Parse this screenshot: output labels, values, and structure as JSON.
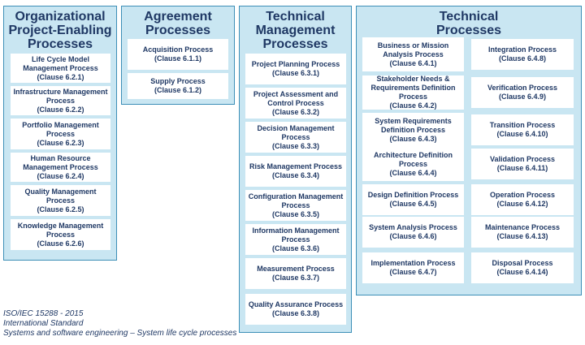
{
  "groups": {
    "organizational": {
      "title_lines": [
        "Organizational",
        "Project-Enabling",
        "Processes"
      ],
      "processes": [
        {
          "name": "Life Cycle Model Management Process",
          "clause": "(Clause 6.2.1)"
        },
        {
          "name": "Infrastructure Management Process",
          "clause": "(Clause 6.2.2)"
        },
        {
          "name": "Portfolio Management Process",
          "clause": "(Clause 6.2.3)"
        },
        {
          "name": "Human Resource Management Process",
          "clause": "(Clause 6.2.4)"
        },
        {
          "name": "Quality Management Process",
          "clause": "(Clause 6.2.5)"
        },
        {
          "name": "Knowledge Management Process",
          "clause": "(Clause 6.2.6)"
        }
      ]
    },
    "agreement": {
      "title_lines": [
        "Agreement",
        "Processes"
      ],
      "processes": [
        {
          "name": "Acquisition Process",
          "clause": "(Clause 6.1.1)"
        },
        {
          "name": "Supply Process",
          "clause": "(Clause 6.1.2)"
        }
      ]
    },
    "technical_management": {
      "title_lines": [
        "Technical",
        "Management",
        "Processes"
      ],
      "processes": [
        {
          "name": "Project Planning Process",
          "clause": "(Clause 6.3.1)"
        },
        {
          "name": "Project Assessment and Control Process",
          "clause": "(Clause 6.3.2)"
        },
        {
          "name": "Decision Management Process",
          "clause": "(Clause 6.3.3)"
        },
        {
          "name": "Risk Management Process",
          "clause": "(Clause 6.3.4)"
        },
        {
          "name": "Configuration Management Process",
          "clause": "(Clause 6.3.5)"
        },
        {
          "name": "Information Management Process",
          "clause": "(Clause 6.3.6)"
        },
        {
          "name": "Measurement Process",
          "clause": "(Clause 6.3.7)"
        },
        {
          "name": "Quality Assurance Process",
          "clause": "(Clause 6.3.8)"
        }
      ]
    },
    "technical": {
      "title_lines": [
        "Technical",
        "Processes"
      ],
      "processes": [
        {
          "name": "Business or Mission Analysis Process",
          "clause": "(Clause 6.4.1)"
        },
        {
          "name": "Integration Process",
          "clause": "(Clause 6.4.8)"
        },
        {
          "name": "Stakeholder Needs & Requirements Definition Process",
          "clause": "(Clause 6.4.2)"
        },
        {
          "name": "Verification Process",
          "clause": "(Clause 6.4.9)"
        },
        {
          "name": "System Requirements Definition Process",
          "clause": "(Clause 6.4.3)"
        },
        {
          "name": "Transition Process",
          "clause": "(Clause 6.4.10)"
        },
        {
          "name": "Architecture Definition Process",
          "clause": "(Clause 6.4.4)"
        },
        {
          "name": "Validation Process",
          "clause": "(Clause 6.4.11)"
        },
        {
          "name": "Design Definition Process",
          "clause": "(Clause 6.4.5)"
        },
        {
          "name": "Operation Process",
          "clause": "(Clause 6.4.12)"
        },
        {
          "name": "System Analysis Process",
          "clause": "(Clause 6.4.6)"
        },
        {
          "name": "Maintenance Process",
          "clause": "(Clause 6.4.13)"
        },
        {
          "name": "Implementation Process",
          "clause": "(Clause 6.4.7)"
        },
        {
          "name": "Disposal Process",
          "clause": "(Clause 6.4.14)"
        }
      ]
    }
  },
  "footer": {
    "line1": "ISO/IEC 15288 - 2015",
    "line2": "International Standard",
    "line3": "Systems and software engineering – System life cycle processes"
  },
  "colors": {
    "group_fill": "#c9e6f2",
    "group_border": "#3d8fb7",
    "text": "#1f3864",
    "box_fill": "#ffffff"
  }
}
